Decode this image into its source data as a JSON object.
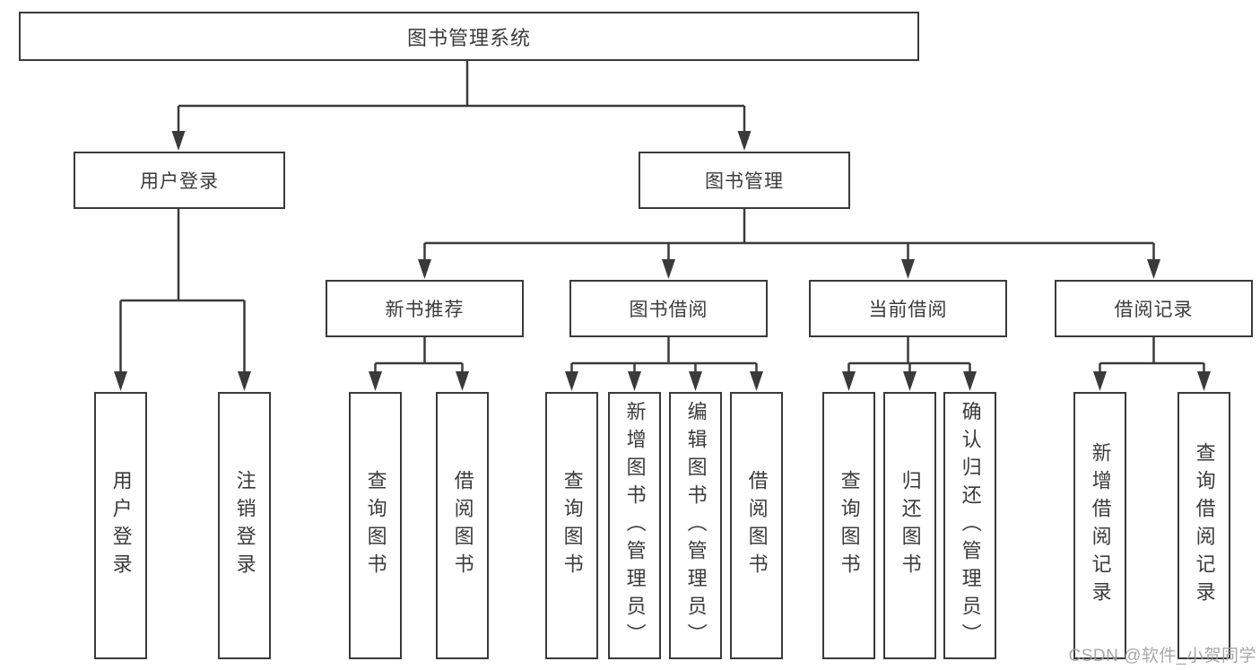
{
  "diagram": {
    "root": {
      "label": "图书管理系统"
    },
    "level2": [
      {
        "label": "用户登录"
      },
      {
        "label": "图书管理"
      }
    ],
    "level3": [
      {
        "label": "新书推荐"
      },
      {
        "label": "图书借阅"
      },
      {
        "label": "当前借阅"
      },
      {
        "label": "借阅记录"
      }
    ],
    "level4": [
      {
        "group": "用户登录",
        "label": "用户登录"
      },
      {
        "group": "用户登录",
        "label": "注销登录"
      },
      {
        "group": "新书推荐",
        "label": "查询图书"
      },
      {
        "group": "新书推荐",
        "label": "借阅图书"
      },
      {
        "group": "图书借阅",
        "label": "查询图书"
      },
      {
        "group": "图书借阅",
        "label": "新增图书（管理员）"
      },
      {
        "group": "图书借阅",
        "label": "编辑图书（管理员）"
      },
      {
        "group": "图书借阅",
        "label": "借阅图书"
      },
      {
        "group": "当前借阅",
        "label": "查询图书"
      },
      {
        "group": "当前借阅",
        "label": "归还图书"
      },
      {
        "group": "当前借阅",
        "label": "确认归还（管理员）"
      },
      {
        "group": "借阅记录",
        "label": "新增借阅记录"
      },
      {
        "group": "借阅记录",
        "label": "查询借阅记录"
      }
    ]
  },
  "watermark": "CSDN @软件_小贺同学",
  "colors": {
    "line": "#3a3a3a",
    "text": "#3b3b3b",
    "background": "#ffffff",
    "watermark": "#9e9e9e"
  }
}
